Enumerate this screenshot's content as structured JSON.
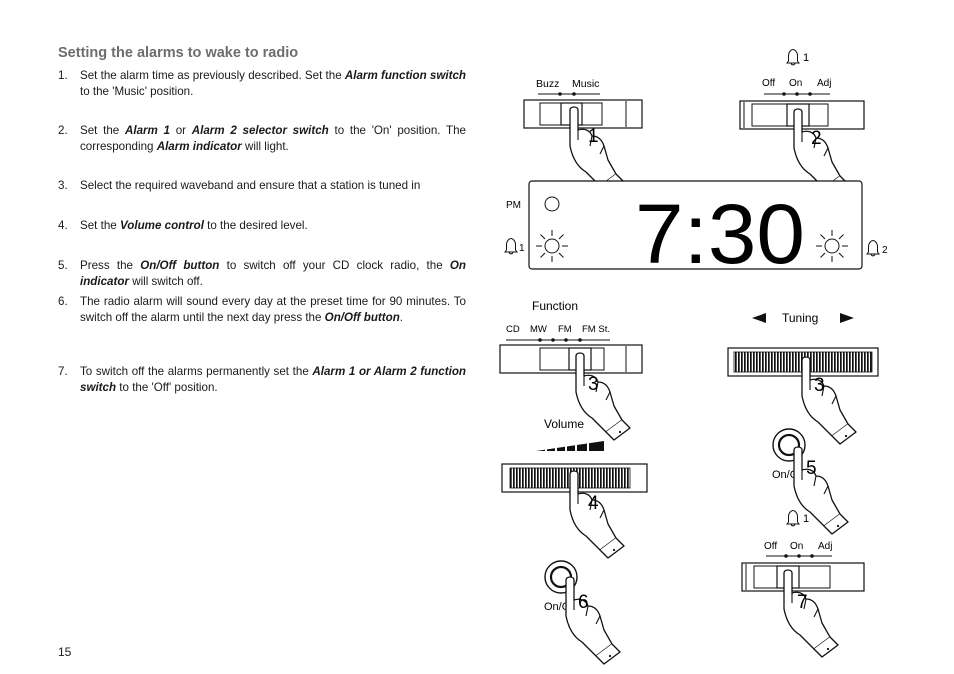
{
  "heading": "Setting the alarms to wake to radio",
  "steps": [
    {
      "num": "1.",
      "parts": [
        {
          "t": "Set the alarm time as previously described. Set the "
        },
        {
          "t": "Alarm function switch",
          "b": true
        },
        {
          "t": " to the 'Music' position."
        }
      ]
    },
    {
      "num": "2.",
      "parts": [
        {
          "t": "Set the "
        },
        {
          "t": "Alarm 1",
          "b": true
        },
        {
          "t": " or "
        },
        {
          "t": "Alarm 2 selector switch",
          "b": true
        },
        {
          "t": " to the 'On' position. The corresponding "
        },
        {
          "t": "Alarm indicator",
          "b": true
        },
        {
          "t": " will light."
        }
      ]
    },
    {
      "num": "3.",
      "parts": [
        {
          "t": "Select the required waveband and ensure that a station is tuned in"
        }
      ]
    },
    {
      "num": "4.",
      "parts": [
        {
          "t": "Set the "
        },
        {
          "t": "Volume control",
          "b": true
        },
        {
          "t": "  to the desired level."
        }
      ]
    },
    {
      "num": "5.",
      "parts": [
        {
          "t": "Press the "
        },
        {
          "t": "On/Off button",
          "b": true
        },
        {
          "t": " to switch off your CD clock radio, the "
        },
        {
          "t": "On indicator",
          "b": true
        },
        {
          "t": " will switch off."
        }
      ]
    },
    {
      "num": "6.",
      "parts": [
        {
          "t": "The radio alarm will sound every day at the preset time for 90 minutes. To switch off the alarm until the next day press the "
        },
        {
          "t": "On/Off button",
          "b": true
        },
        {
          "t": "."
        }
      ]
    },
    {
      "num": "7.",
      "parts": [
        {
          "t": "To switch off the alarms permanently set the "
        },
        {
          "t": "Alarm 1 or Alarm 2 function switch",
          "b": true
        },
        {
          "t": " to the 'Off' position."
        }
      ]
    }
  ],
  "page_number": "15",
  "figures": {
    "alarm_function_switch": {
      "labels": [
        "Buzz",
        "Music"
      ],
      "step": "1"
    },
    "alarm1_switch_top": {
      "bell": "1",
      "labels": [
        "Off",
        "On",
        "Adj"
      ],
      "step": "2"
    },
    "display": {
      "pm": "PM",
      "time": "7:30",
      "alarm1": "1",
      "alarm2": "2"
    },
    "function_switch": {
      "title": "Function",
      "labels": [
        "CD",
        "MW",
        "FM",
        "FM St."
      ],
      "step": "3"
    },
    "tuning": {
      "title": "Tuning",
      "step": "3"
    },
    "volume": {
      "title": "Volume",
      "step": "4"
    },
    "onoff_a": {
      "label": "On/O",
      "step": "5"
    },
    "onoff_b": {
      "label": "On/O",
      "step": "6"
    },
    "alarm1_switch_bottom": {
      "bell": "1",
      "labels": [
        "Off",
        "On",
        "Adj"
      ],
      "step": "7"
    }
  }
}
